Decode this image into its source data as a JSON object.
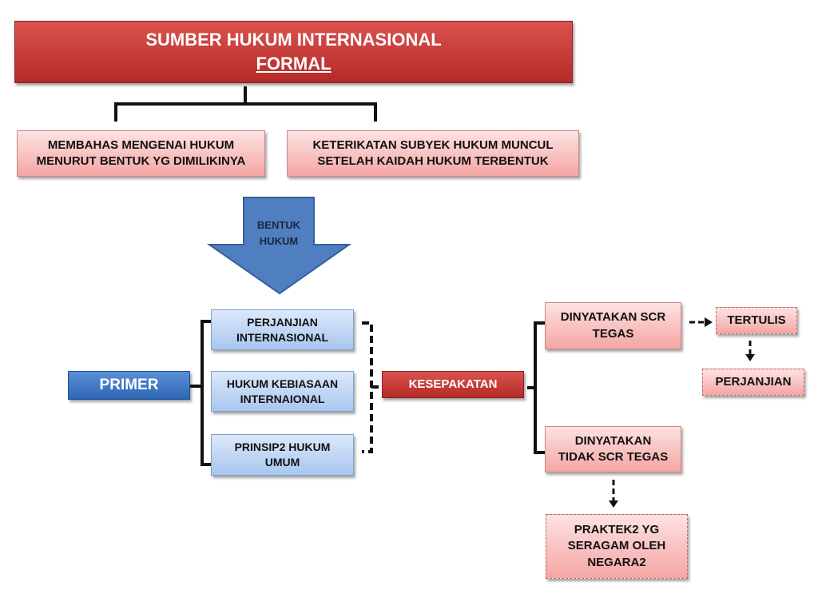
{
  "title": {
    "line1": "SUMBER HUKUM INTERNASIONAL",
    "line2": "FORMAL"
  },
  "top_boxes": [
    {
      "line1": "MEMBAHAS MENGENAI HUKUM",
      "line2": "MENURUT BENTUK YG DIMILIKINYA"
    },
    {
      "line1": "KETERIKATAN SUBYEK HUKUM MUNCUL",
      "line2": "SETELAH KAIDAH HUKUM TERBENTUK"
    }
  ],
  "arrow": {
    "line1": "BENTUK",
    "line2": "HUKUM"
  },
  "primer": "PRIMER",
  "sources": [
    {
      "line1": "PERJANJIAN",
      "line2": "INTERNASIONAL"
    },
    {
      "line1": "HUKUM KEBIASAAN",
      "line2": "INTERNAIONAL"
    },
    {
      "line1": "PRINSIP2 HUKUM",
      "line2": "UMUM"
    }
  ],
  "kesepakatan": "KESEPAKATAN",
  "tegas": {
    "line1": "DINYATAKAN SCR",
    "line2": "TEGAS"
  },
  "tidak_tegas": {
    "line1": "DINYATAKAN",
    "line2": "TIDAK SCR TEGAS"
  },
  "tertulis": "TERTULIS",
  "perjanjian": "PERJANJIAN",
  "praktek": {
    "line1": "PRAKTEK2 YG",
    "line2": "SERAGAM OLEH",
    "line3": "NEGARA2"
  }
}
